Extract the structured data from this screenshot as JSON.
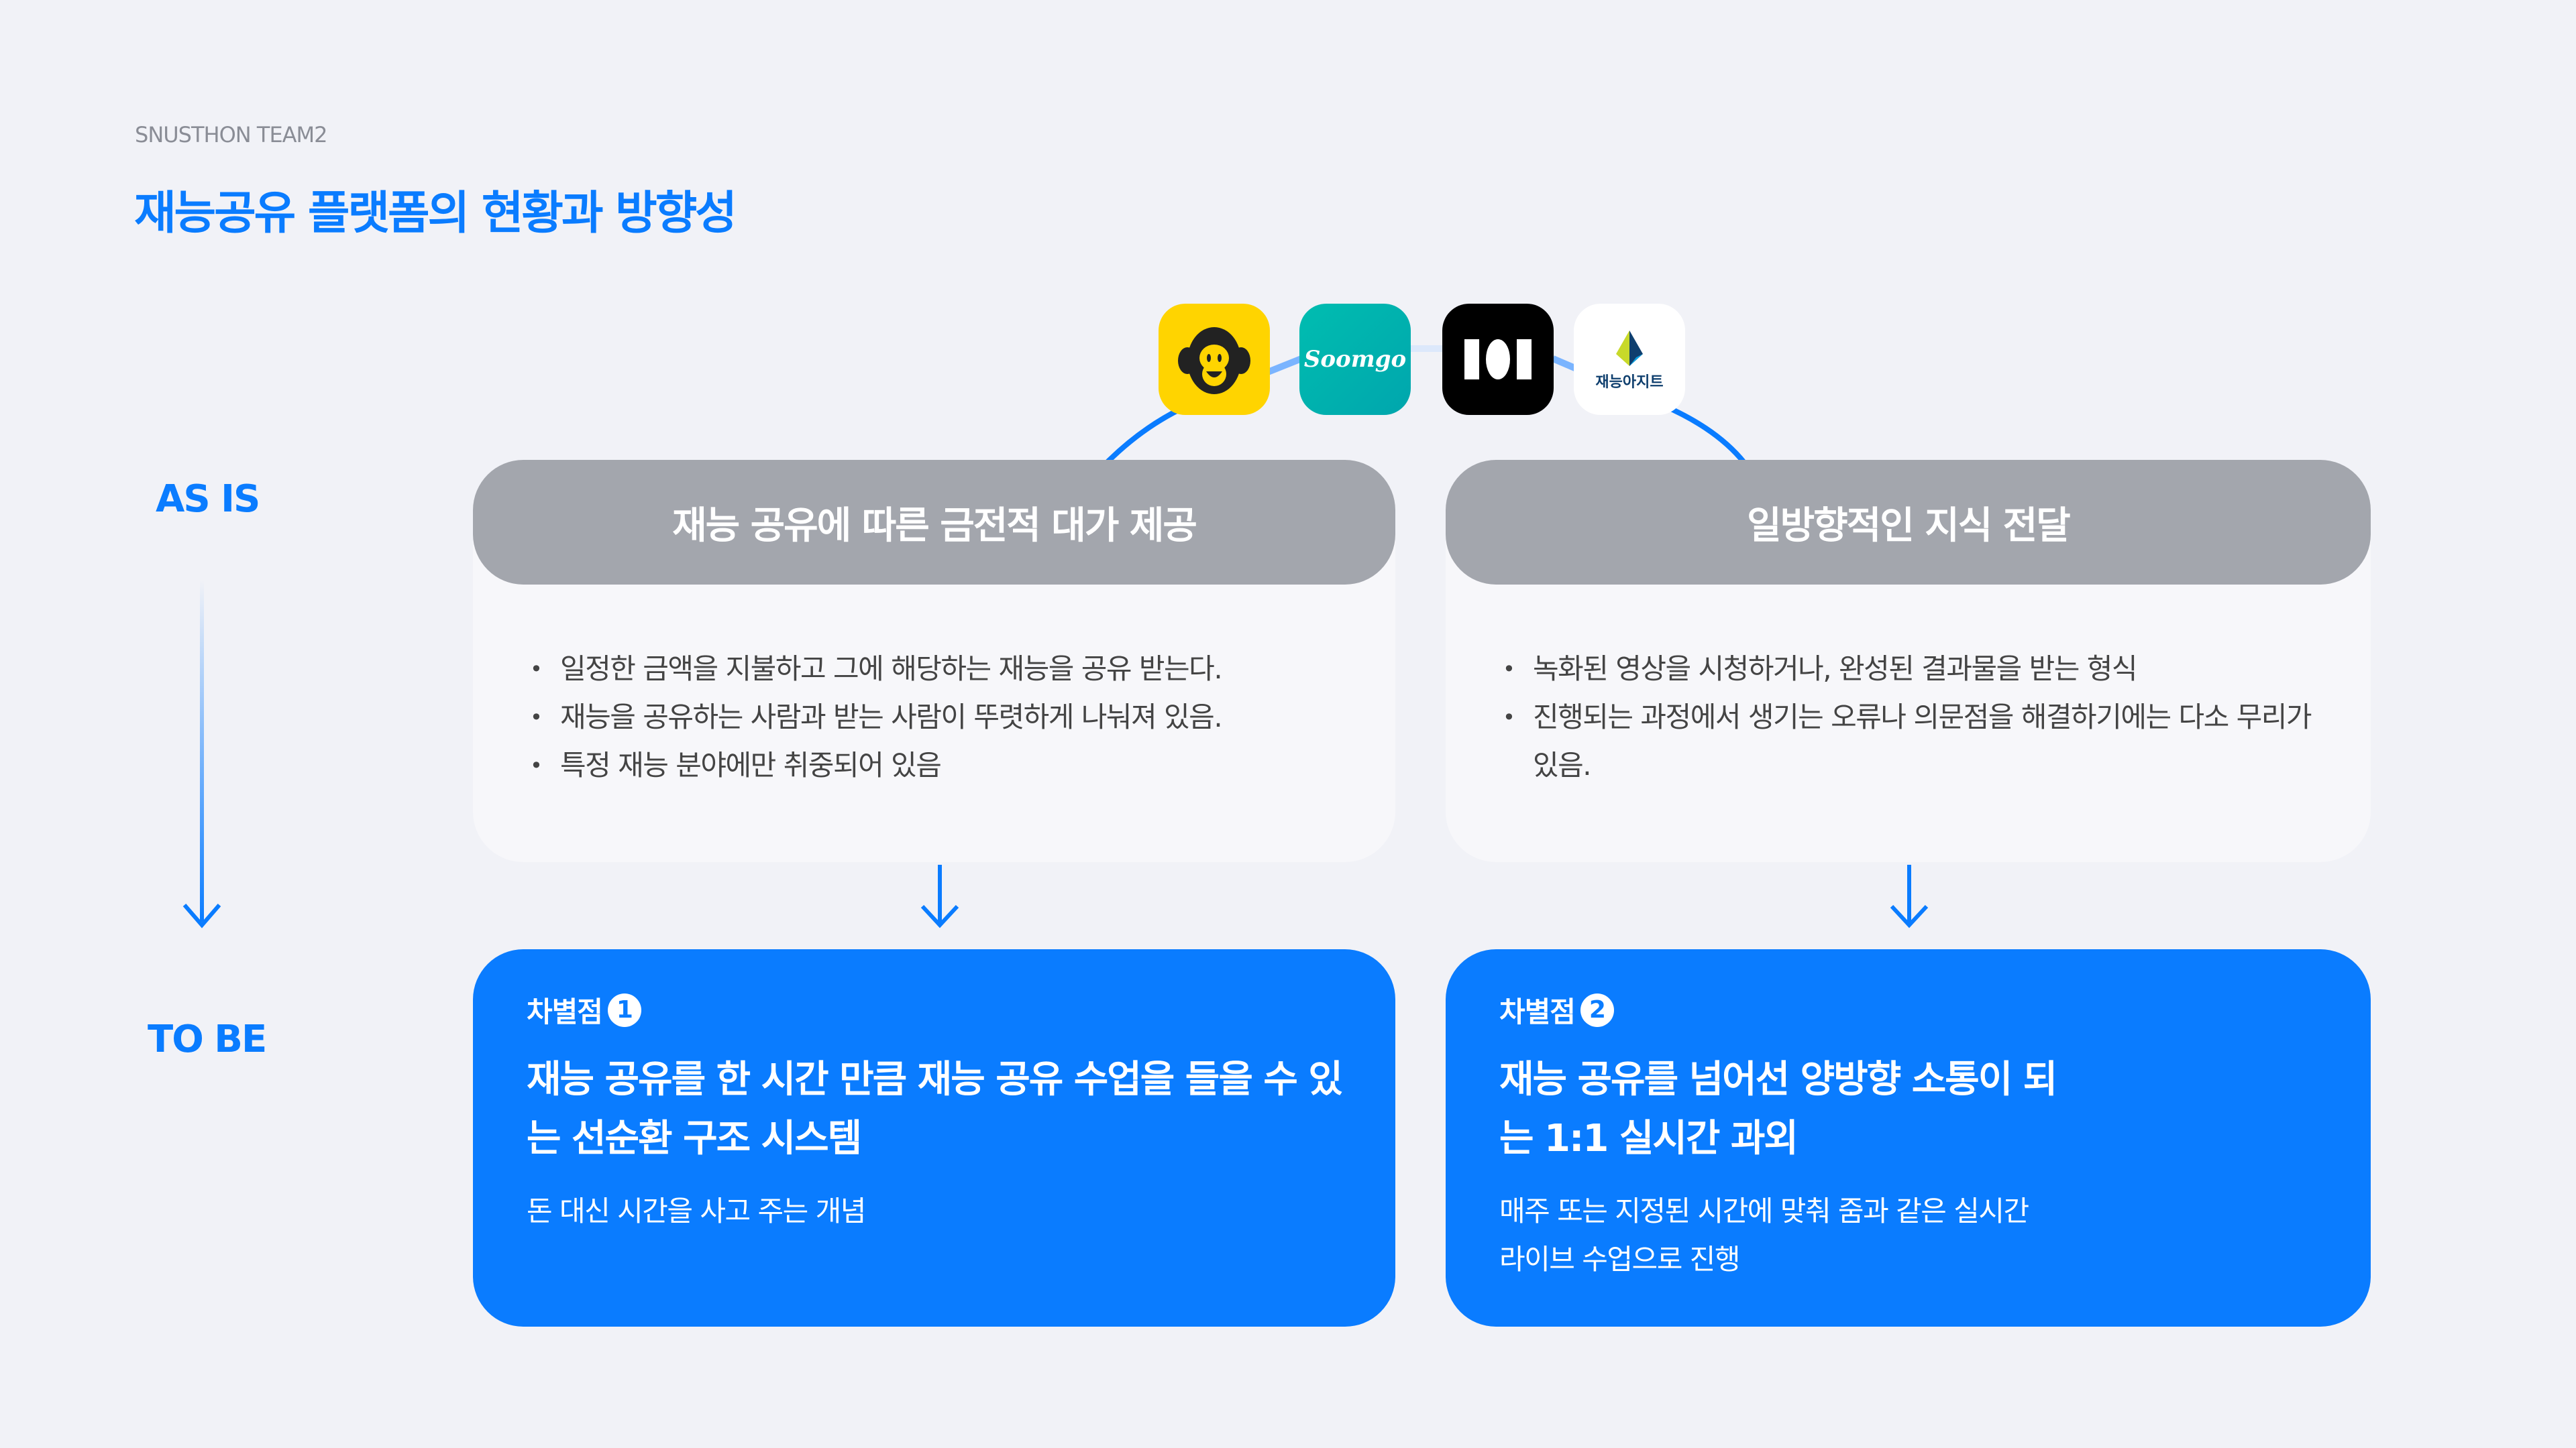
{
  "header": {
    "team": "SNUSTHON TEAM2",
    "title": "재능공유 플랫폼의 현황과 방향성"
  },
  "side": {
    "as_is": "AS IS",
    "to_be": "TO BE"
  },
  "logos": [
    {
      "name": "크몽",
      "color": "#ffd400"
    },
    {
      "name": "Soomgo",
      "color": "#00b3ab"
    },
    {
      "name": "101",
      "color": "#000000"
    },
    {
      "name": "재능아지트",
      "color": "#ffffff"
    }
  ],
  "as_is": [
    {
      "title": "재능 공유에 따른 금전적 대가 제공",
      "bullets": [
        "일정한 금액을 지불하고 그에 해당하는 재능을 공유 받는다.",
        "재능을 공유하는 사람과 받는 사람이 뚜렷하게 나눠져 있음.",
        "특정 재능 분야에만 취중되어 있음"
      ]
    },
    {
      "title": "일방향적인 지식 전달",
      "bullets": [
        "녹화된 영상을 시청하거나, 완성된 결과물을 받는 형식",
        "진행되는 과정에서 생기는 오류나 의문점을 해결하기에는 다소 무리가 있음."
      ]
    }
  ],
  "to_be": [
    {
      "label": "차별점",
      "num": "1",
      "main": "재능 공유를 한 시간 만큼 재능 공유 수업을 들을 수 있는 선순환 구조 시스템",
      "sub": "돈 대신 시간을 사고 주는 개념"
    },
    {
      "label": "차별점",
      "num": "2",
      "main": "재능 공유를 넘어선 양방향 소통이 되는 1:1 실시간 과외",
      "sub": "매주 또는 지정된 시간에 맞춰 줌과 같은 실시간 라이브 수업으로 진행"
    }
  ],
  "colors": {
    "accent": "#0a7cff",
    "gray": "#a3a6ad",
    "bg": "#f1f2f7"
  }
}
